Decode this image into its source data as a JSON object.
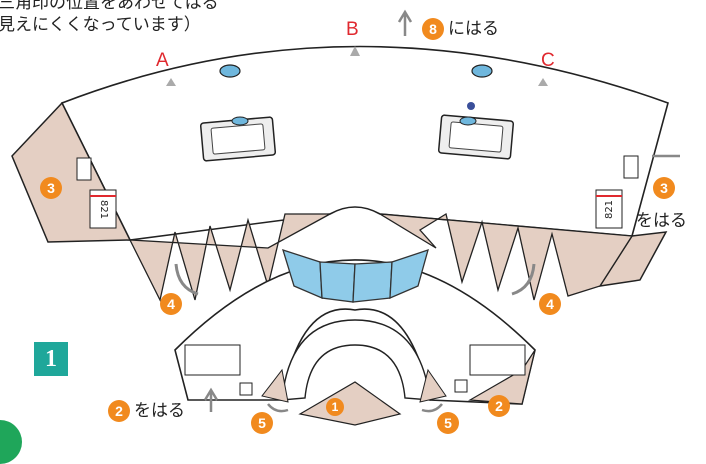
{
  "instructions": {
    "line1": "三角印の位置をあわせてはる",
    "line2": "見えにくくなっています）",
    "top_note": "にはる",
    "left_note": "をはる",
    "right_note": "をはる"
  },
  "markers": {
    "a": "A",
    "b": "B",
    "c": "C"
  },
  "step": {
    "number": "1"
  },
  "badges": {
    "b1": "1",
    "b2": "2",
    "b3": "3",
    "b4": "4",
    "b5": "5",
    "b8": "8"
  },
  "labels": {
    "tag_left": "821",
    "tag_right": "821"
  },
  "colors": {
    "flap": "#e4cfc3",
    "badge": "#f18a1e",
    "step_box": "#1fa79a",
    "screen": "#8fcbe9",
    "marker": "#e0292f"
  }
}
